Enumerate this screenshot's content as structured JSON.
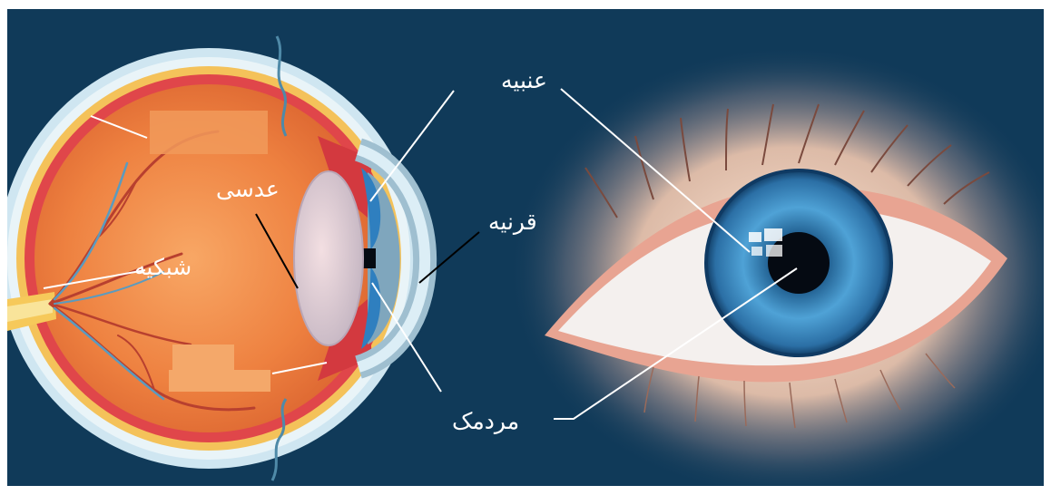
{
  "labels": {
    "lens": "عدسی",
    "retina": "شبکیه",
    "iris": "عنبیه",
    "cornea": "قرنیه",
    "pupil": "مردمک"
  },
  "colors": {
    "background": "#103a59",
    "eyeball_orange": "#f08a4b",
    "sclera_outer": "#c9e3ef",
    "iris_blue": "#3f8fc4",
    "pupil": "#050a12",
    "label_text": "#ffffff",
    "leader_line_white": "#ffffff",
    "leader_line_black": "#000000"
  }
}
